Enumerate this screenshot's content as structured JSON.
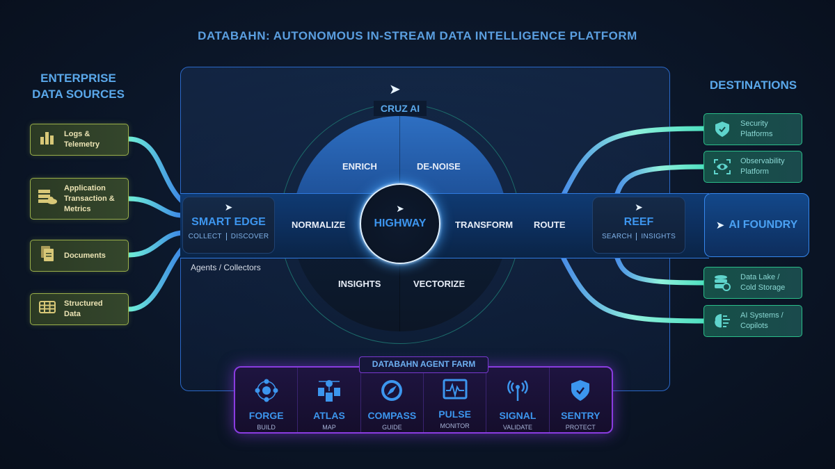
{
  "title": "DATABAHN: AUTONOMOUS IN-STREAM DATA INTELLIGENCE PLATFORM",
  "sources": {
    "heading_line1": "ENTERPRISE",
    "heading_line2": "DATA SOURCES",
    "items": [
      {
        "line1": "Logs &",
        "line2": "Telemetry",
        "line3": "",
        "icon": "bar-chart-icon"
      },
      {
        "line1": "Application",
        "line2": "Transaction &",
        "line3": "Metrics",
        "icon": "server-cloud-icon"
      },
      {
        "line1": "Documents",
        "line2": "",
        "line3": "",
        "icon": "documents-icon"
      },
      {
        "line1": "Structured",
        "line2": "Data",
        "line3": "",
        "icon": "table-icon"
      }
    ]
  },
  "destinations": {
    "heading": "DESTINATIONS",
    "items": [
      {
        "line1": "Security",
        "line2": "Platforms",
        "icon": "shield-check-icon"
      },
      {
        "line1": "Observability",
        "line2": "Platform",
        "icon": "eye-icon"
      },
      {
        "line1": "Data Lake /",
        "line2": "Cold Storage",
        "icon": "database-icon"
      },
      {
        "line1": "AI Systems /",
        "line2": "Copilots",
        "icon": "brain-icon"
      }
    ]
  },
  "cruz_ai": "CRUZ AI",
  "wheel": {
    "enrich": "ENRICH",
    "denoise": "DE-NOISE",
    "insights": "INSIGHTS",
    "vectorize": "VECTORIZE"
  },
  "pipeline": {
    "normalize": "NORMALIZE",
    "highway": "HIGHWAY",
    "transform": "TRANSFORM",
    "route": "ROUTE"
  },
  "smart_edge": {
    "name": "SMART EDGE",
    "sub1": "COLLECT",
    "sub2": "DISCOVER",
    "caption": "Agents / Collectors"
  },
  "reef": {
    "name": "REEF",
    "sub1": "SEARCH",
    "sub2": "INSIGHTS"
  },
  "ai_foundry": "AI FOUNDRY",
  "agent_farm": {
    "label": "DATABAHN AGENT FARM",
    "agents": [
      {
        "name": "FORGE",
        "desc": "BUILD",
        "icon": "gear-network-icon"
      },
      {
        "name": "ATLAS",
        "desc": "MAP",
        "icon": "sitemap-icon"
      },
      {
        "name": "COMPASS",
        "desc": "GUIDE",
        "icon": "compass-icon"
      },
      {
        "name": "PULSE",
        "desc": "MONITOR",
        "icon": "pulse-monitor-icon"
      },
      {
        "name": "SIGNAL",
        "desc": "VALIDATE",
        "icon": "antenna-icon"
      },
      {
        "name": "SENTRY",
        "desc": "PROTECT",
        "icon": "shield-check-icon"
      }
    ]
  },
  "colors": {
    "accent": "#3d95ee",
    "source": "#9bb04a",
    "destination": "#2bbf8a",
    "farm": "#8a3ce0"
  }
}
